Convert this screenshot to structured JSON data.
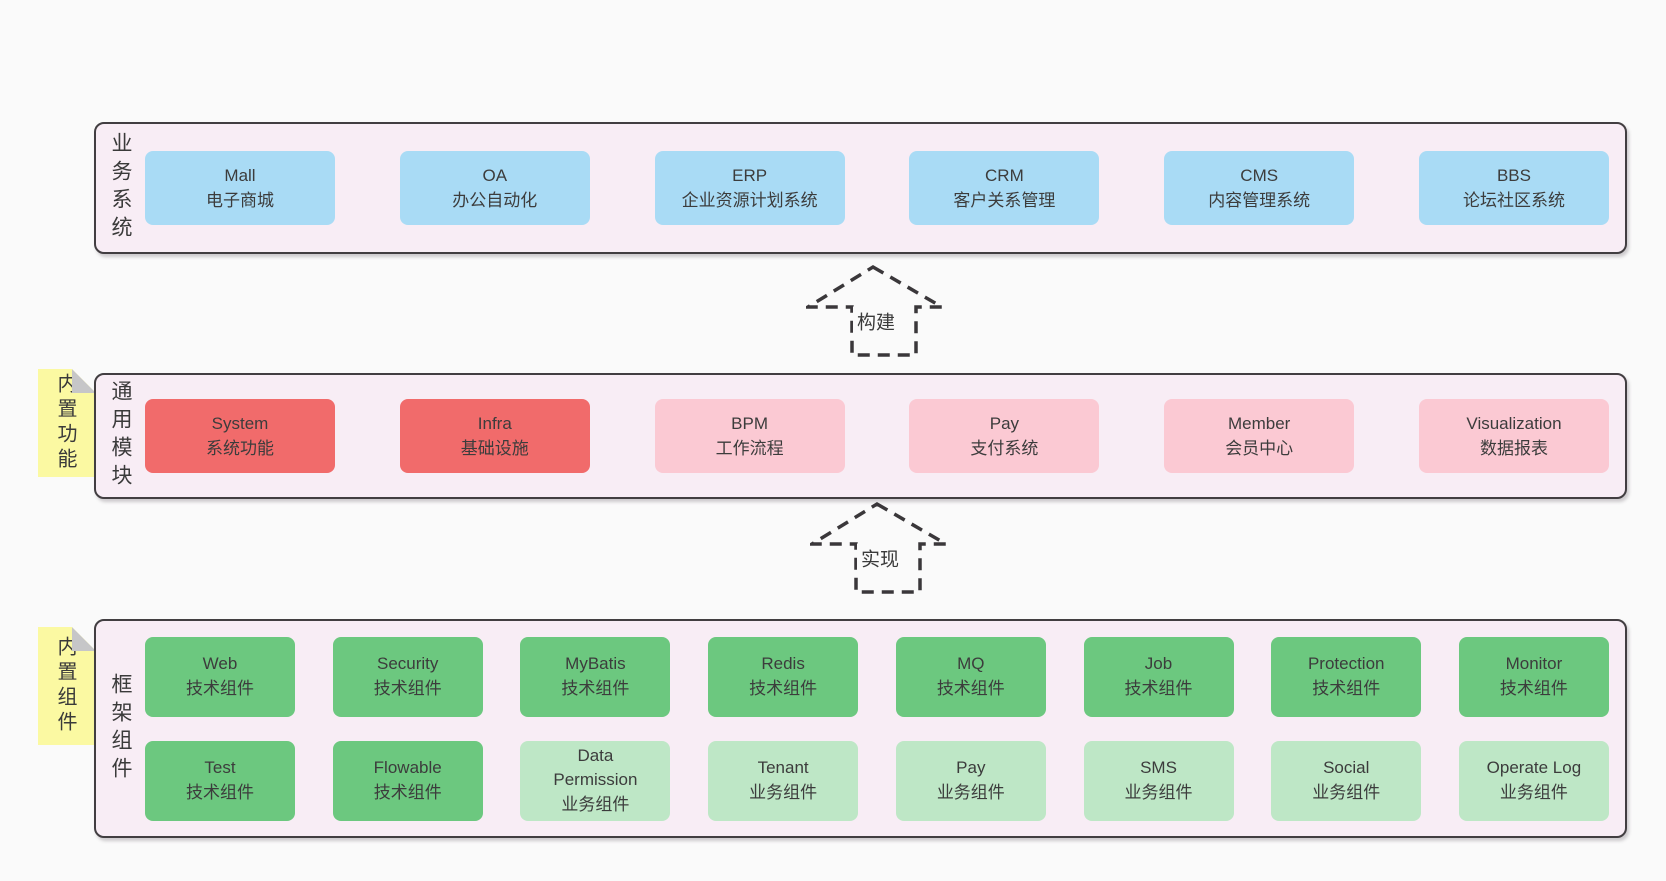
{
  "colors": {
    "page_bg": "#fafafa",
    "panel_bg": "#f8edf5",
    "outline": "#423e41",
    "text": "#3c3c3c",
    "blue_box": "#a9dbf5",
    "red_box": "#f16b6b",
    "pink_box": "#fbc9d3",
    "green_box": "#6cc87f",
    "light_green_box": "#bee7c6",
    "sticky_yellow": "#fbf9a2",
    "sticky_fold": "#c6c6c8"
  },
  "arrows": {
    "build": "构建",
    "implement": "实现"
  },
  "sections": {
    "business": {
      "label": "业务系统",
      "boxes": [
        {
          "name": "Mall",
          "desc": "电子商城"
        },
        {
          "name": "OA",
          "desc": "办公自动化"
        },
        {
          "name": "ERP",
          "desc": "企业资源计划系统"
        },
        {
          "name": "CRM",
          "desc": "客户关系管理"
        },
        {
          "name": "CMS",
          "desc": "内容管理系统"
        },
        {
          "name": "BBS",
          "desc": "论坛社区系统"
        }
      ]
    },
    "modules": {
      "label": "通用模块",
      "sticky": "内置功能",
      "boxes": [
        {
          "name": "System",
          "desc": "系统功能"
        },
        {
          "name": "Infra",
          "desc": "基础设施"
        },
        {
          "name": "BPM",
          "desc": "工作流程"
        },
        {
          "name": "Pay",
          "desc": "支付系统"
        },
        {
          "name": "Member",
          "desc": "会员中心"
        },
        {
          "name": "Visualization",
          "desc": "数据报表"
        }
      ]
    },
    "components": {
      "label": "框架组件",
      "sticky": "内置组件",
      "row1": [
        {
          "name": "Web",
          "desc": "技术组件"
        },
        {
          "name": "Security",
          "desc": "技术组件"
        },
        {
          "name": "MyBatis",
          "desc": "技术组件"
        },
        {
          "name": "Redis",
          "desc": "技术组件"
        },
        {
          "name": "MQ",
          "desc": "技术组件"
        },
        {
          "name": "Job",
          "desc": "技术组件"
        },
        {
          "name": "Protection",
          "desc": "技术组件"
        },
        {
          "name": "Monitor",
          "desc": "技术组件"
        }
      ],
      "row2": [
        {
          "name": "Test",
          "desc": "技术组件"
        },
        {
          "name": "Flowable",
          "desc": "技术组件"
        },
        {
          "name": "Data Permission",
          "desc": "业务组件"
        },
        {
          "name": "Tenant",
          "desc": "业务组件"
        },
        {
          "name": "Pay",
          "desc": "业务组件"
        },
        {
          "name": "SMS",
          "desc": "业务组件"
        },
        {
          "name": "Social",
          "desc": "业务组件"
        },
        {
          "name": "Operate Log",
          "desc": "业务组件"
        }
      ]
    }
  }
}
